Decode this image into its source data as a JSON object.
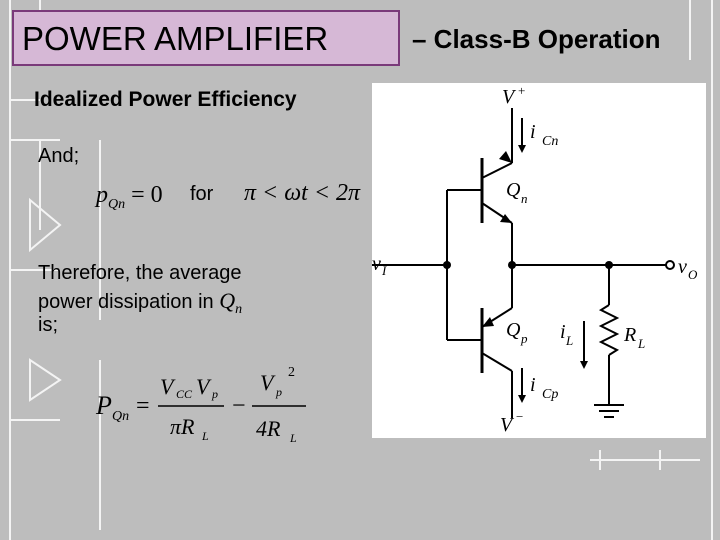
{
  "slide": {
    "title_box": "POWER AMPLIFIER",
    "title_rest": "– Class-B Operation",
    "subtitle": "Idealized Power Efficiency",
    "and_label": "And;",
    "for_label": "for",
    "therefore_line1": "Therefore, the average",
    "therefore_line2": "power dissipation in",
    "therefore_line2_sym": "Q",
    "therefore_line2_sub": "n",
    "therefore_line3": "is;"
  },
  "equations": {
    "pqn_zero": "p",
    "pqn_zero_sub": "Qn",
    "pqn_zero_rhs": "= 0",
    "condition": "π < ωt < 2π",
    "P": "P",
    "P_sub": "Qn",
    "eq": "=",
    "num1": "V",
    "num1_sub": "CC",
    "num1_b": "V",
    "num1_b_sub": "p",
    "den1": "πR",
    "den1_sub": "L",
    "minus": "−",
    "num2": "V",
    "num2_sub": "p",
    "num2_sup": "2",
    "den2": "4R",
    "den2_sub": "L"
  },
  "circuit": {
    "vplus": "V",
    "vplus_sup": "+",
    "vminus": "V",
    "vminus_sup": "−",
    "icn": "i",
    "icn_sub": "Cn",
    "icp": "i",
    "icp_sub": "Cp",
    "qn": "Q",
    "qn_sub": "n",
    "qp": "Q",
    "qp_sub": "p",
    "vi": "v",
    "vi_sub": "I",
    "vo": "v",
    "vo_sub": "O",
    "il": "i",
    "il_sub": "L",
    "rl": "R",
    "rl_sub": "L"
  }
}
